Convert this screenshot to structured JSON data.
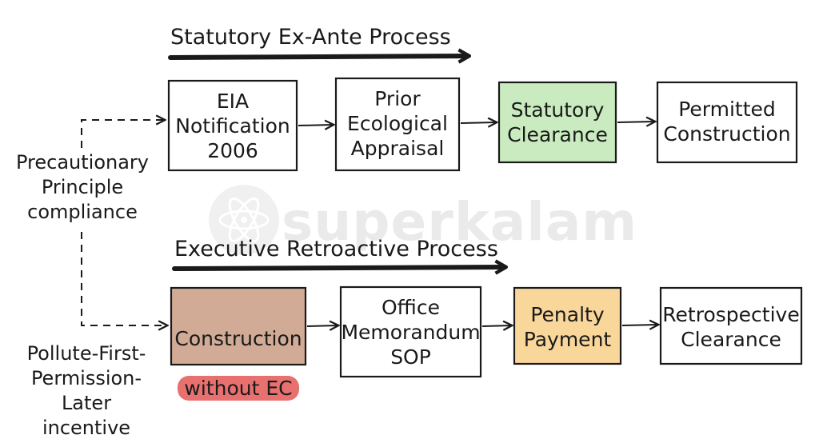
{
  "watermark": {
    "text": "superkalam",
    "icon": "atom-icon"
  },
  "top_process": {
    "title": "Statutory Ex-Ante Process",
    "steps": [
      {
        "lines": "EIA\nNotification\n2006",
        "fill": "#ffffff"
      },
      {
        "lines": "Prior\nEcological\nAppraisal",
        "fill": "#ffffff"
      },
      {
        "lines": "Statutory\nClearance",
        "fill": "#c9ebbf"
      },
      {
        "lines": "Permitted\nConstruction",
        "fill": "#ffffff"
      }
    ]
  },
  "bottom_process": {
    "title": "Executive Retroactive Process",
    "steps": [
      {
        "line1": "Construction",
        "line2": "without EC",
        "fill": "#d2ab96",
        "highlight": "#e8706f"
      },
      {
        "lines": "Office\nMemorandum\nSOP",
        "fill": "#ffffff"
      },
      {
        "lines": "Penalty\nPayment",
        "fill": "#f9d79a"
      },
      {
        "lines": "Retrospective\nClearance",
        "fill": "#ffffff"
      }
    ]
  },
  "side_labels": {
    "top": "Precautionary\nPrinciple\ncompliance",
    "bottom": "Pollute-First-\nPermission-Later\nincentive"
  },
  "colors": {
    "stroke": "#1a1a1a",
    "green": "#c9ebbf",
    "brown": "#d2ab96",
    "amber": "#f9d79a",
    "red_highlight": "#e8706f"
  }
}
